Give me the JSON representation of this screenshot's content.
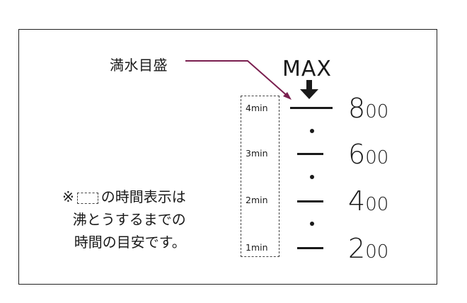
{
  "callout": {
    "label": "満水目盛"
  },
  "max_label": "MAX",
  "scale": [
    {
      "time": "4min",
      "volume_major": "8",
      "volume_minor": "00"
    },
    {
      "time": "3min",
      "volume_major": "6",
      "volume_minor": "00"
    },
    {
      "time": "2min",
      "volume_major": "4",
      "volume_minor": "00"
    },
    {
      "time": "1min",
      "volume_major": "2",
      "volume_minor": "00"
    }
  ],
  "note": {
    "prefix": "※",
    "line1_suffix": "の時間表示は",
    "line2": "沸とうするまでの",
    "line3": "時間の目安です。"
  },
  "colors": {
    "callout_line": "#7a1f4f",
    "ink": "#1a1a1a",
    "border": "#222222"
  }
}
